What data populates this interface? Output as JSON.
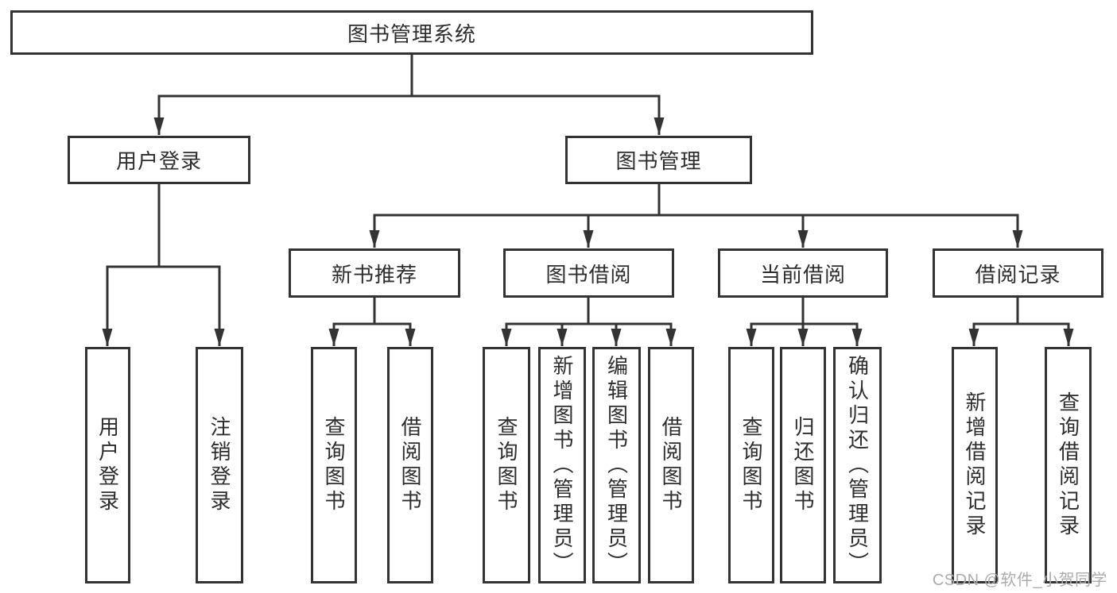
{
  "tree": {
    "root": {
      "label": "图书管理系统"
    },
    "branches": [
      {
        "label": "用户登录",
        "leaves": [
          "用户登录",
          "注销登录"
        ]
      },
      {
        "label": "图书管理",
        "groups": [
          {
            "label": "新书推荐",
            "leaves": [
              "查询图书",
              "借阅图书"
            ]
          },
          {
            "label": "图书借阅",
            "leaves": [
              "查询图书",
              "新增图书（管理员）",
              "编辑图书（管理员）",
              "借阅图书"
            ]
          },
          {
            "label": "当前借阅",
            "leaves": [
              "查询图书",
              "归还图书",
              "确认归还（管理员）"
            ]
          },
          {
            "label": "借阅记录",
            "leaves": [
              "新增借阅记录",
              "查询借阅记录"
            ]
          }
        ]
      }
    ]
  },
  "watermark": {
    "text": "CSDN @软件_小贺同学",
    "color": "#ababab"
  },
  "colors": {
    "line": "#333333",
    "text": "#2d2d2d",
    "node_background": "#ffffff"
  }
}
